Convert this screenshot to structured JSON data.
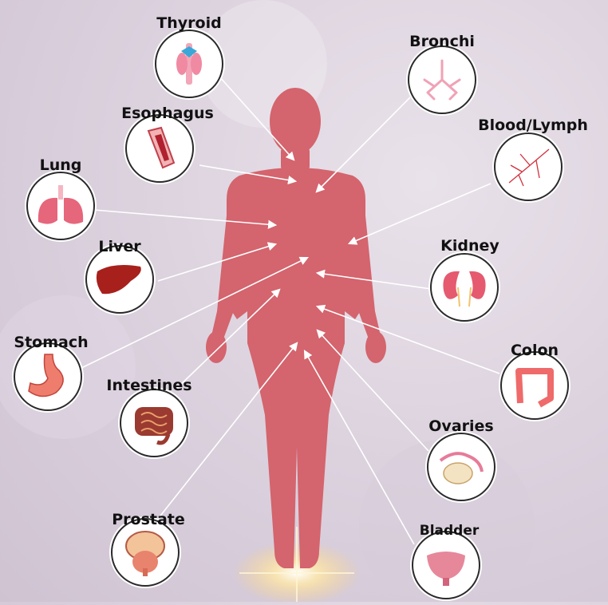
{
  "diagram": {
    "colors": {
      "body": "#d4646d",
      "circle_fill": "#ffffff",
      "circle_border": "#2a2a2a",
      "arrow": "#ffffff",
      "label": "#111111"
    },
    "organs": [
      {
        "id": "thyroid",
        "label": "Thyroid",
        "icon": "thyroid-icon"
      },
      {
        "id": "esophagus",
        "label": "Esophagus",
        "icon": "esophagus-icon"
      },
      {
        "id": "lung",
        "label": "Lung",
        "icon": "lung-icon"
      },
      {
        "id": "liver",
        "label": "Liver",
        "icon": "liver-icon"
      },
      {
        "id": "stomach",
        "label": "Stomach",
        "icon": "stomach-icon"
      },
      {
        "id": "intestines",
        "label": "Intestines",
        "icon": "intestines-icon"
      },
      {
        "id": "prostate",
        "label": "Prostate",
        "icon": "prostate-icon"
      },
      {
        "id": "bronchi",
        "label": "Bronchi",
        "icon": "bronchi-icon"
      },
      {
        "id": "blood-lymph",
        "label": "Blood/Lymph",
        "icon": "blood-vessel-icon"
      },
      {
        "id": "kidney",
        "label": "Kidney",
        "icon": "kidney-icon"
      },
      {
        "id": "colon",
        "label": "Colon",
        "icon": "colon-icon"
      },
      {
        "id": "ovaries",
        "label": "Ovaries",
        "icon": "ovaries-icon"
      },
      {
        "id": "bladder",
        "label": "Bladder",
        "icon": "bladder-icon"
      }
    ]
  }
}
